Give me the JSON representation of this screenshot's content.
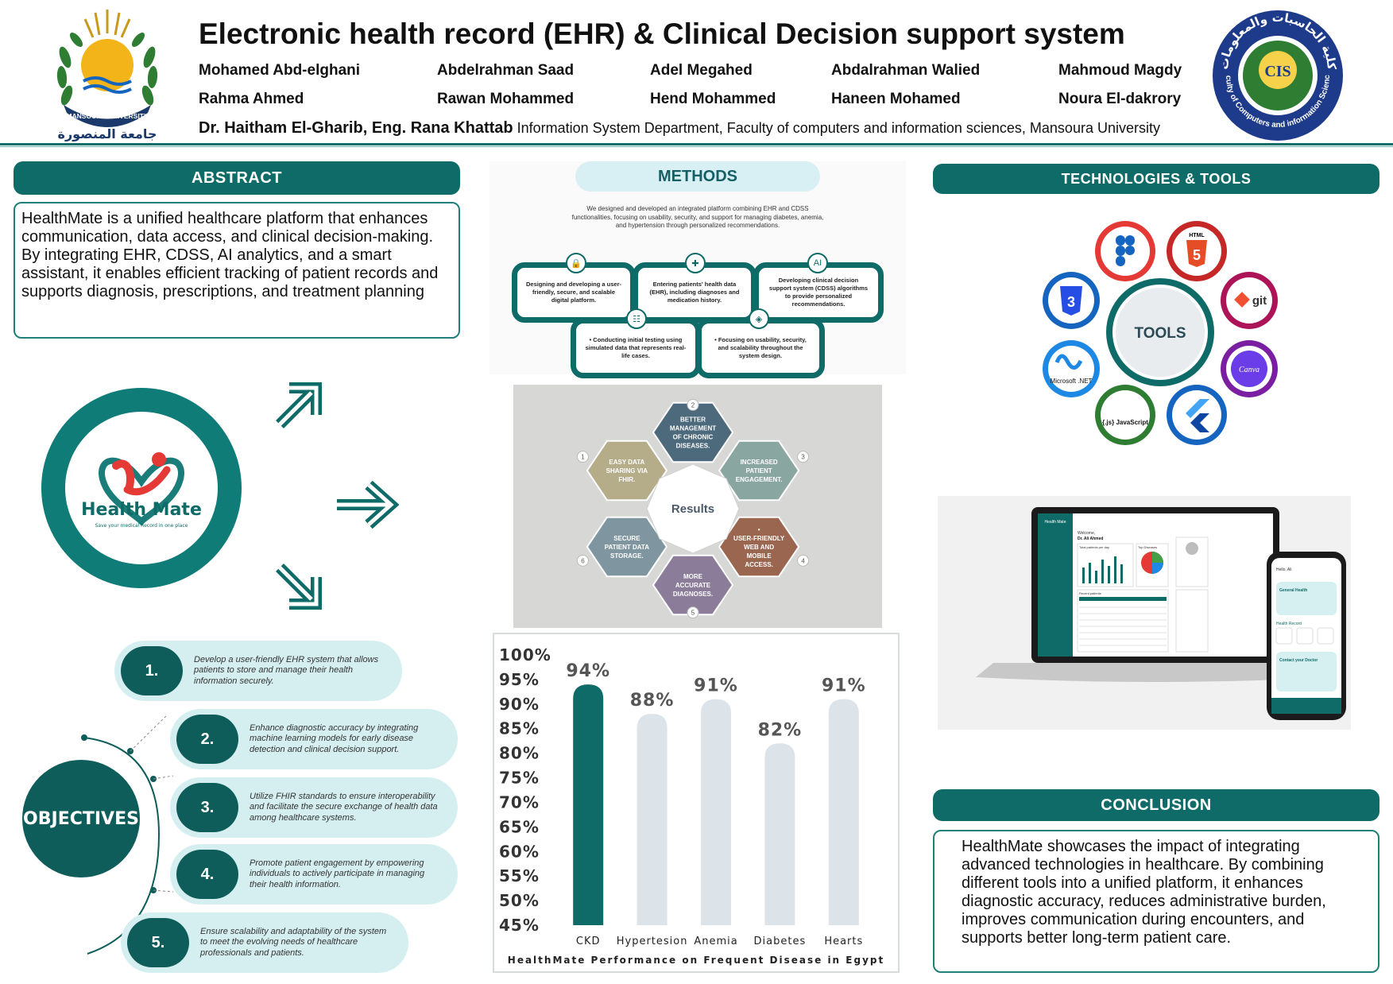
{
  "header": {
    "title": "Electronic health record (EHR) & Clinical Decision support system",
    "authors": [
      "Mohamed Abd-elghani",
      "Abdelrahman Saad",
      "Adel Megahed",
      "Abdalrahman Walied",
      "Mahmoud Magdy",
      "Rahma Ahmed",
      "Rawan Mohammed",
      "Hend Mohammed",
      "Haneen Mohamed",
      "Noura El-dakrory"
    ],
    "supervisors": "Dr. Haitham El-Gharib, Eng. Rana Khattab",
    "affiliation": "Information System Department, Faculty of computers and information sciences, Mansoura University",
    "logo_left_text": "MANSOURA UNIVERSITY",
    "logo_left_arabic": "جامعة المنصورة",
    "logo_right_text": "Faculty of Computers and information Sciences",
    "logo_right_arabic": "كلية الحاسبات والمعلومات",
    "logo_right_abbr": "CIS"
  },
  "abstract": {
    "heading": "ABSTRACT",
    "text": "HealthMate is a unified healthcare platform that enhances communication, data access, and clinical decision-making. By integrating EHR, CDSS, AI analytics, and a smart assistant, it enables efficient tracking of patient records and supports diagnosis, prescriptions, and treatment planning"
  },
  "brand": {
    "name": "Health Mate",
    "tagline": "Save your medical Record in one place"
  },
  "objectives": {
    "heading": "OBJECTIVES",
    "items": [
      {
        "num": "1.",
        "text": "Develop a user-friendly EHR system that allows patients to store and manage their health information securely."
      },
      {
        "num": "2.",
        "text": "Enhance diagnostic accuracy by integrating machine learning models for early disease detection and clinical decision support."
      },
      {
        "num": "3.",
        "text": "Utilize FHIR standards to ensure interoperability and facilitate the secure exchange of health data among healthcare systems."
      },
      {
        "num": "4.",
        "text": "Promote patient engagement by empowering individuals to actively participate in managing their health information."
      },
      {
        "num": "5.",
        "text": "Ensure scalability and adaptability of the system to meet the evolving needs of healthcare professionals and patients."
      }
    ]
  },
  "methods": {
    "heading": "METHODS",
    "intro": "We designed and developed an integrated platform combining EHR and CDSS functionalities, focusing on usability, security, and support for managing diabetes, anemia, and hypertension through personalized recommendations.",
    "cards": [
      "Designing and developing a user-friendly, secure, and scalable digital platform.",
      "Entering patients' health data (EHR), including diagnoses and medication history.",
      "Developing clinical decision support system (CDSS) algorithms to provide personalized recommendations.",
      "• Conducting initial testing using simulated data that represents real-life cases.",
      "• Focusing on usability, security, and scalability throughout the system design."
    ],
    "icons": [
      "lock-icon",
      "plus-shield-icon",
      "ai-icon",
      "network-icon",
      "diamond-icon"
    ]
  },
  "results": {
    "center": "Results",
    "hexes": [
      {
        "num": "1",
        "text": "EASY DATA SHARING VIA FHIR.",
        "color": "#b5ad8a"
      },
      {
        "num": "2",
        "text": "BETTER MANAGEMENT OF CHRONIC DISEASES.",
        "color": "#4d6a7d"
      },
      {
        "num": "3",
        "text": "INCREASED PATIENT ENGAGEMENT.",
        "color": "#8aa6a0"
      },
      {
        "num": "4",
        "text": "• USER-FRIENDLY WEB AND MOBILE ACCESS.",
        "color": "#9b6650"
      },
      {
        "num": "5",
        "text": "MORE ACCURATE DIAGNOSES.",
        "color": "#8b7c9a"
      },
      {
        "num": "6",
        "text": "SECURE PATIENT DATA STORAGE.",
        "color": "#7f96a0"
      }
    ]
  },
  "chart_data": {
    "type": "bar",
    "categories": [
      "CKD",
      "Hypertesion",
      "Anemia",
      "Diabetes",
      "Hearts"
    ],
    "values": [
      94,
      88,
      91,
      82,
      91
    ],
    "value_labels": [
      "94%",
      "88%",
      "91%",
      "82%",
      "91%"
    ],
    "yticks": [
      "100%",
      "95%",
      "90%",
      "85%",
      "80%",
      "75%",
      "70%",
      "65%",
      "60%",
      "55%",
      "50%",
      "45%"
    ],
    "ylim": [
      45,
      100
    ],
    "title": "HealthMate Performance on Frequent Disease in Egypt",
    "highlight_color": "#0f6b67",
    "bar_color": "#dce3e9",
    "grid": false
  },
  "technologies": {
    "heading": "TECHNOLOGIES & TOOLS",
    "center": "TOOLS",
    "tools": [
      {
        "name": "figma-icon",
        "label": "",
        "color": "#e53935"
      },
      {
        "name": "html5-icon",
        "label": "HTML",
        "color": "#c62828"
      },
      {
        "name": "git-icon",
        "label": "git",
        "color": "#ad1457"
      },
      {
        "name": "canva-icon",
        "label": "Canva",
        "color": "#7b1fa2"
      },
      {
        "name": "flutter-icon",
        "label": "",
        "color": "#1565c0"
      },
      {
        "name": "javascript-icon",
        "label": "{.js} JavaScript",
        "color": "#2e7d32"
      },
      {
        "name": "dotnet-icon",
        "label": "Microsoft .NET",
        "color": "#1e88e5"
      },
      {
        "name": "css3-icon",
        "label": "",
        "color": "#1565c0"
      }
    ]
  },
  "mockup": {
    "brand": "Health Mate",
    "welcome": "Welcome,",
    "doctor": "Dr. Ali Ahmed",
    "panel1": "Total patients per day",
    "panel2": "Top Diseases",
    "panel3": "Recent patients",
    "phone_card1": "General Health",
    "phone_card2": "Health Record",
    "phone_card3": "Contact your Doctor",
    "phone_greeting": "Hello, Ali"
  },
  "conclusion": {
    "heading": "CONCLUSION",
    "text": "HealthMate showcases the impact of integrating advanced technologies in healthcare. By combining different tools into a unified platform, it enhances diagnostic accuracy, reduces administrative burden, improves communication during encounters, and supports better long-term patient care."
  }
}
